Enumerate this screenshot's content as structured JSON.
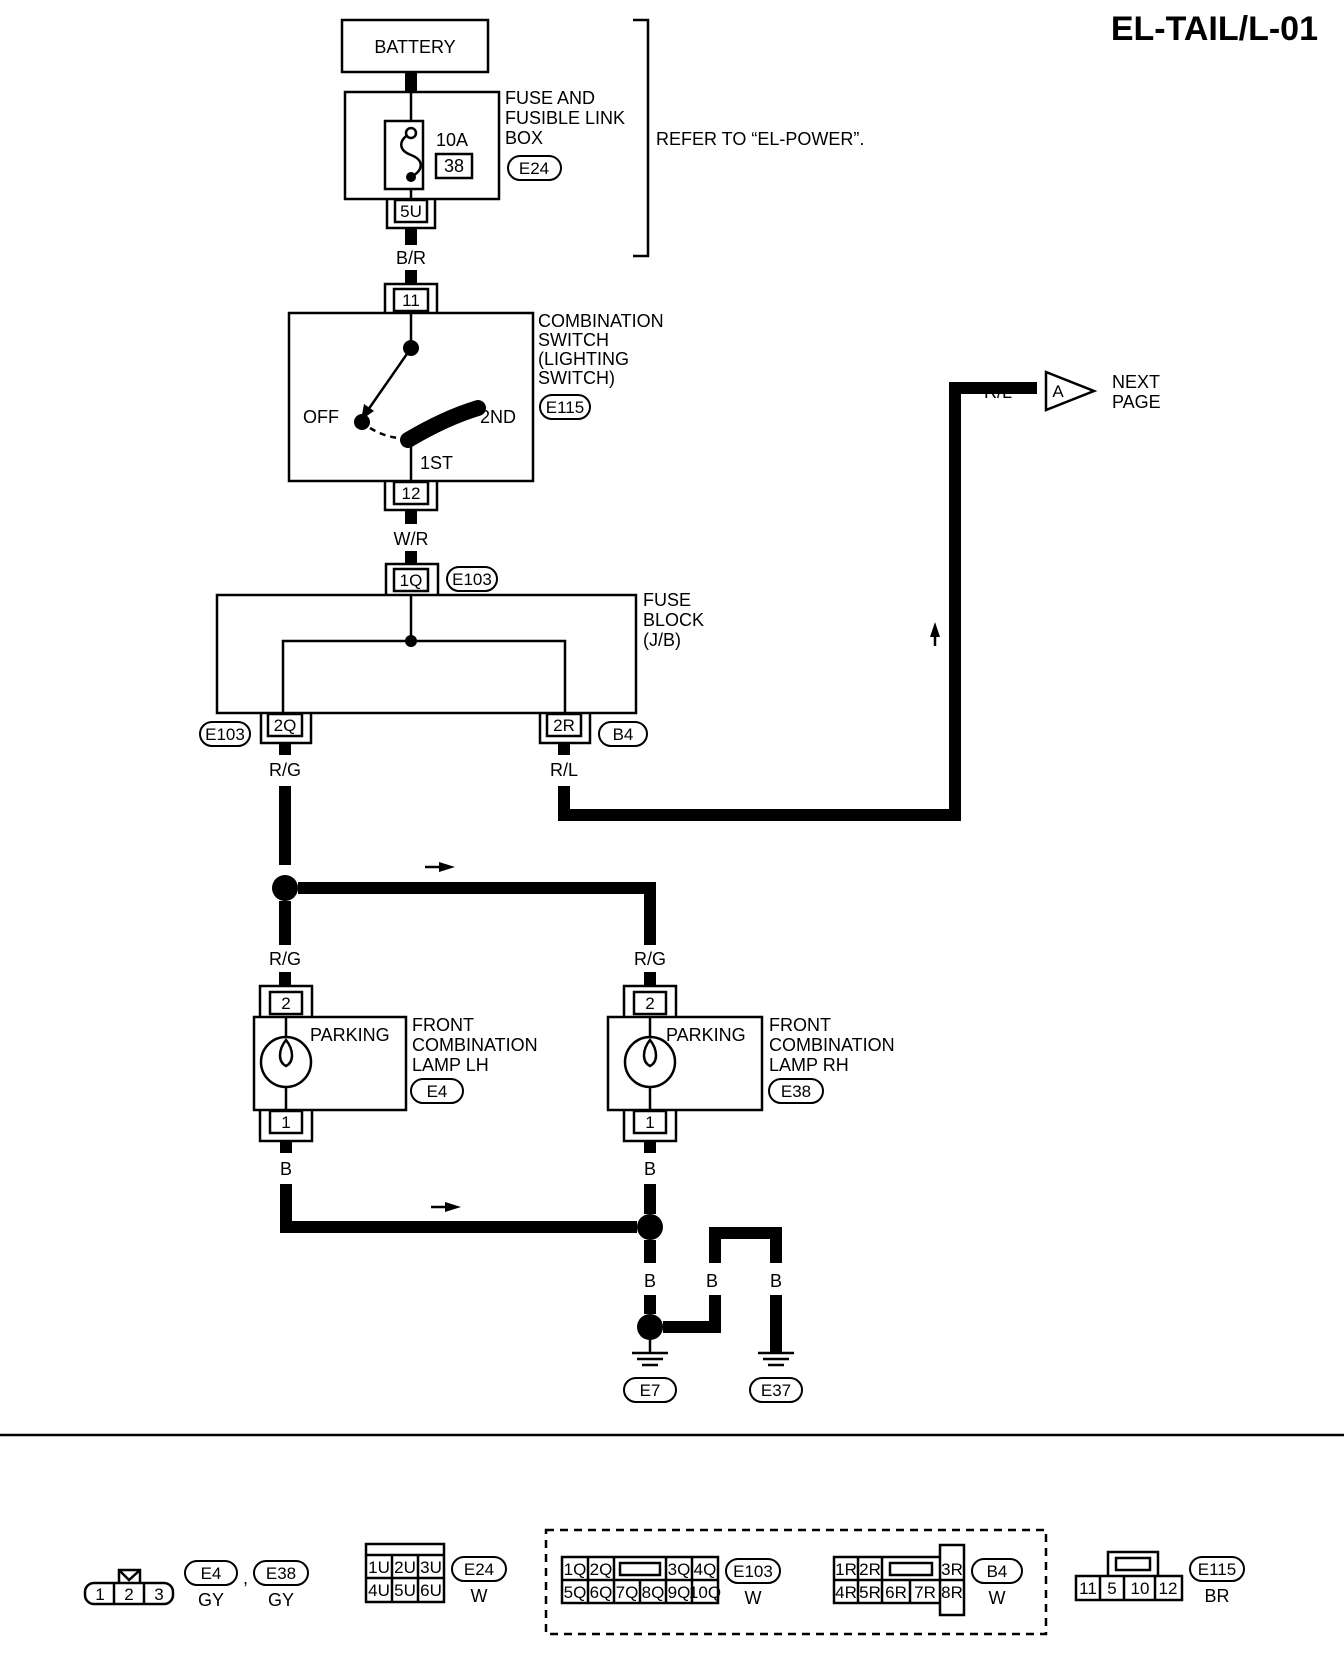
{
  "header": {
    "diagram_code": "EL-TAIL/L-01"
  },
  "power": {
    "battery": "BATTERY",
    "fuse_box_line1": "FUSE AND",
    "fuse_box_line2": "FUSIBLE LINK",
    "fuse_box_line3": "BOX",
    "fuse_rating": "10A",
    "fuse_number": "38",
    "fuse_box_connector": "E24",
    "fuse_terminal": "5U",
    "refer_note": "REFER TO “EL-POWER”."
  },
  "wires": {
    "br": "B/R",
    "wr": "W/R",
    "rg": "R/G",
    "rl": "R/L",
    "b": "B"
  },
  "switch": {
    "line1": "COMBINATION",
    "line2": "SWITCH",
    "line3": "(LIGHTING",
    "line4": "SWITCH)",
    "connector": "E115",
    "terminal_in": "11",
    "terminal_out": "12",
    "pos_off": "OFF",
    "pos_1st": "1ST",
    "pos_2nd": "2ND"
  },
  "fuse_block": {
    "line1": "FUSE",
    "line2": "BLOCK",
    "line3": "(J/B)",
    "terminal_in": "1Q",
    "terminal_left": "2Q",
    "terminal_right": "2R",
    "connector_e103": "E103",
    "connector_b4": "B4"
  },
  "next_page": {
    "marker": "A",
    "line1": "NEXT",
    "line2": "PAGE"
  },
  "lamp_lh": {
    "bulb": "PARKING",
    "line1": "FRONT",
    "line2": "COMBINATION",
    "line3": "LAMP LH",
    "connector": "E4",
    "pin_top": "2",
    "pin_bottom": "1"
  },
  "lamp_rh": {
    "bulb": "PARKING",
    "line1": "FRONT",
    "line2": "COMBINATION",
    "line3": "LAMP RH",
    "connector": "E38",
    "pin_top": "2",
    "pin_bottom": "1"
  },
  "grounds": {
    "g1": "E7",
    "g2": "E37"
  },
  "connector_views": {
    "e4_pins": [
      "1",
      "2",
      "3"
    ],
    "e4_id": "E4",
    "comma": ",",
    "e38_id": "E38",
    "e4_color": "GY",
    "e38_color": "GY",
    "e24_pins_top": [
      "1U",
      "2U",
      "3U"
    ],
    "e24_pins_bottom": [
      "4U",
      "5U",
      "6U"
    ],
    "e24_id": "E24",
    "e24_color": "W",
    "e103_pins_top": [
      "1Q",
      "2Q",
      "3Q",
      "4Q"
    ],
    "e103_pins_bottom": [
      "5Q",
      "6Q",
      "7Q",
      "8Q",
      "9Q",
      "10Q"
    ],
    "e103_id": "E103",
    "e103_color": "W",
    "b4_pins_top": [
      "1R",
      "2R",
      "3R"
    ],
    "b4_pins_bottom": [
      "4R",
      "5R",
      "6R",
      "7R",
      "8R"
    ],
    "b4_id": "B4",
    "b4_color": "W",
    "e115_pins": [
      "11",
      "5",
      "10",
      "12"
    ],
    "e115_id": "E115",
    "e115_color": "BR"
  }
}
